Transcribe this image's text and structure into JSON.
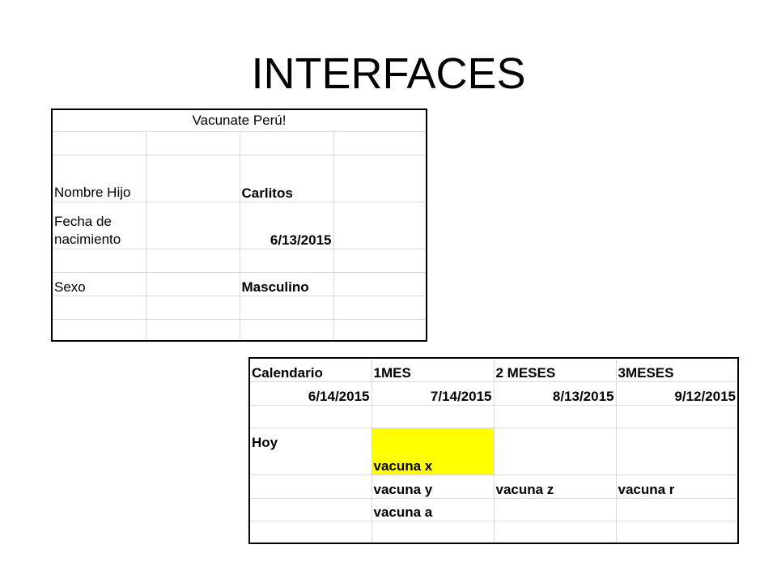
{
  "slide": {
    "title": "INTERFACES"
  },
  "form": {
    "header": "Vacunate Perú!",
    "fields": [
      {
        "label": "Nombre Hijo",
        "value": "Carlitos"
      },
      {
        "label": "Fecha de nacimiento",
        "value": "6/13/2015"
      },
      {
        "label": "Sexo",
        "value": "Masculino"
      }
    ]
  },
  "calendar": {
    "headers": [
      "Calendario",
      "1MES",
      "2 MESES",
      "3MESES"
    ],
    "dates": [
      "6/14/2015",
      "7/14/2015",
      "8/13/2015",
      "9/12/2015"
    ],
    "today_label": "Hoy",
    "vaccines": {
      "month1": [
        "vacuna x",
        "vacuna y",
        "vacuna a"
      ],
      "month2": [
        "vacuna z"
      ],
      "month3": [
        "vacuna r"
      ]
    },
    "highlight_color": "#ffff00"
  }
}
